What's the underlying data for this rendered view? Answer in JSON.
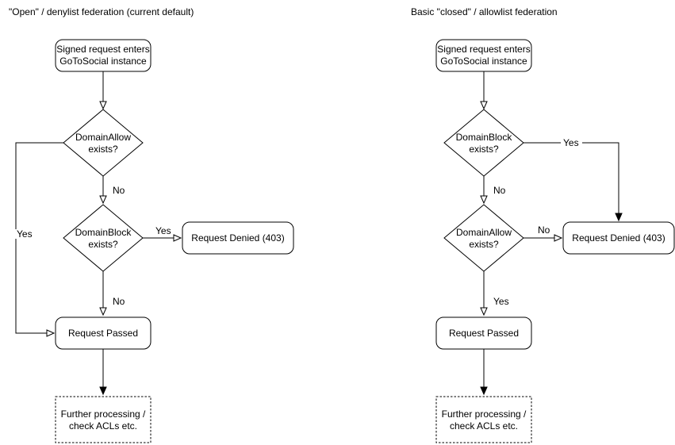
{
  "colors": {
    "background": "#ffffff",
    "node_fill": "#ffffff",
    "line": "#000000",
    "text": "#000000"
  },
  "left": {
    "title": "\"Open\" / denylist federation (current default)",
    "nodes": {
      "start": {
        "line1": "Signed request enters",
        "line2": "GoToSocial instance"
      },
      "decision1": {
        "line1": "DomainAllow",
        "line2": "exists?"
      },
      "decision2": {
        "line1": "DomainBlock",
        "line2": "exists?"
      },
      "denied": {
        "label": "Request Denied (403)"
      },
      "passed": {
        "label": "Request Passed"
      },
      "further": {
        "line1": "Further processing /",
        "line2": "check ACLs etc."
      }
    },
    "edges": {
      "decision1_yes": "Yes",
      "decision1_no": "No",
      "decision2_yes": "Yes",
      "decision2_no": "No"
    }
  },
  "right": {
    "title": "Basic \"closed\" / allowlist federation",
    "nodes": {
      "start": {
        "line1": "Signed request enters",
        "line2": "GoToSocial instance"
      },
      "decision1": {
        "line1": "DomainBlock",
        "line2": "exists?"
      },
      "decision2": {
        "line1": "DomainAllow",
        "line2": "exists?"
      },
      "denied": {
        "label": "Request Denied (403)"
      },
      "passed": {
        "label": "Request Passed"
      },
      "further": {
        "line1": "Further processing /",
        "line2": "check ACLs etc."
      }
    },
    "edges": {
      "decision1_yes": "Yes",
      "decision1_no": "No",
      "decision2_no": "No",
      "decision2_yes": "Yes"
    }
  }
}
